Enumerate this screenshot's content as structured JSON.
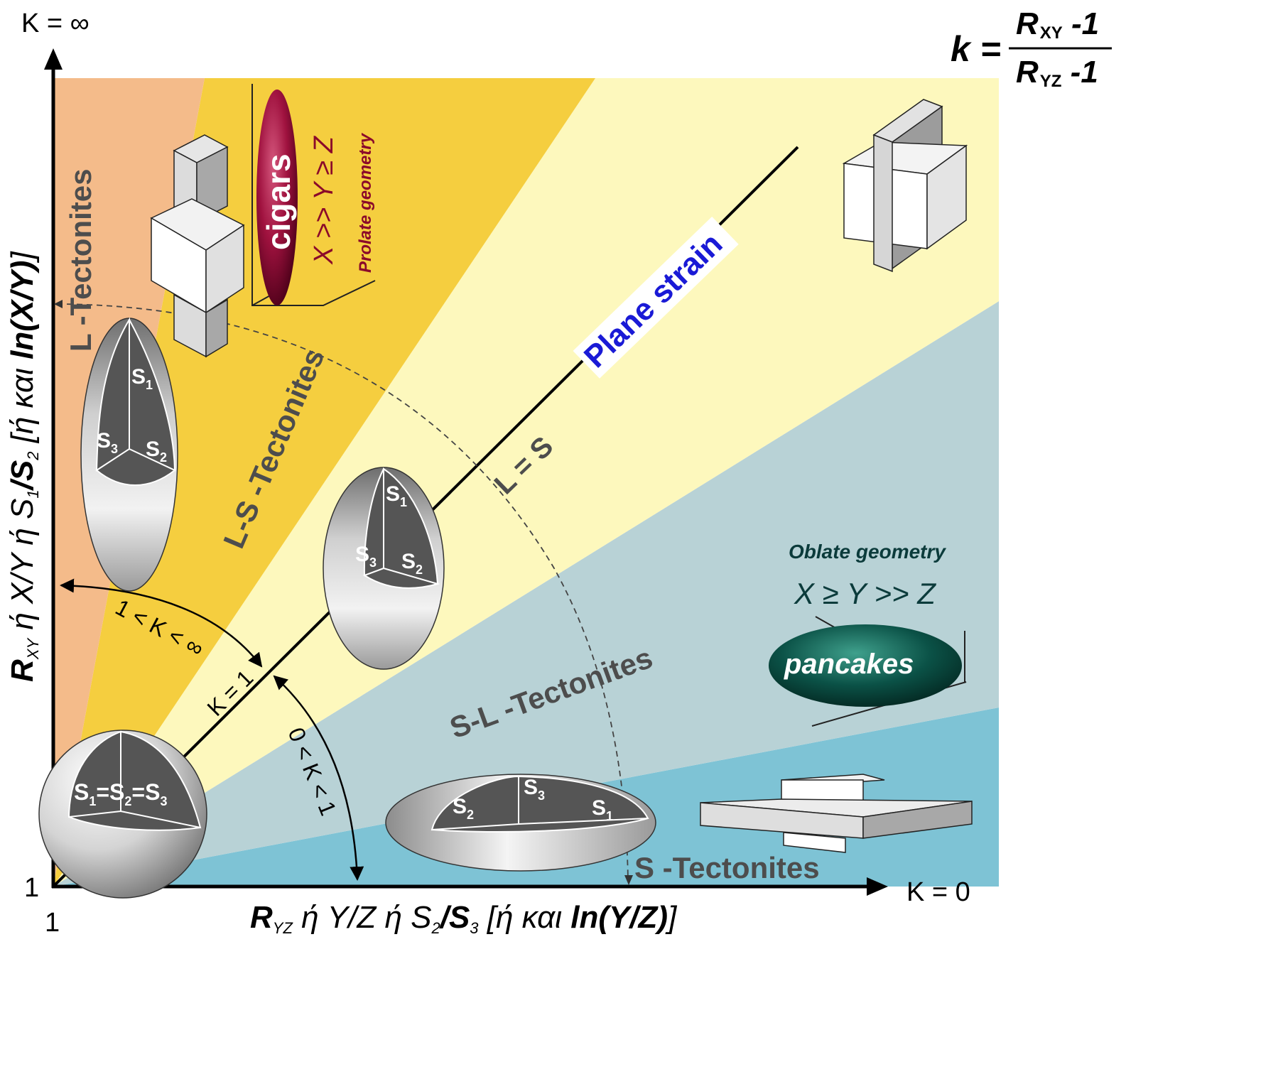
{
  "corner_labels": {
    "k_infinity": "K = ∞",
    "k_zero": "K = 0",
    "origin_y": "1",
    "origin_x": "1"
  },
  "formula": {
    "lhs": "k =",
    "num_main": "R",
    "num_sub": "XY",
    "num_tail": " -1",
    "den_main": "R",
    "den_sub": "YZ",
    "den_tail": " -1"
  },
  "axes": {
    "y_label": {
      "r": "R",
      "r_sub": "XY",
      "p1": " ή X/Y ή S",
      "s1": "1",
      "p2": "/S",
      "s2": "2",
      "p3": " [ή και ",
      "ln": "ln(X/Y)",
      "p4": "]"
    },
    "x_label": {
      "r": "R",
      "r_sub": "YZ",
      "p1": " ή Y/Z ή S",
      "s2": "2",
      "p2": "/S",
      "s3": "3",
      "p3": " [ή και ",
      "ln": "ln(Y/Z)",
      "p4": "]"
    }
  },
  "fields": {
    "l_tectonites": "L -Tectonites",
    "ls_tectonites": "L-S -Tectonites",
    "sl_tectonites": "S-L -Tectonites",
    "s_tectonites": "S -Tectonites",
    "plane_strain": "Plane strain",
    "l_equals_s": "L = S"
  },
  "ranges": {
    "k_gt1": "1 < K < ∞",
    "k_eq1": "K = 1",
    "k_lt1": "0 < K < 1"
  },
  "prolate": {
    "shape": "cigars",
    "relation": "X >> Y ≥ Z",
    "geometry": "Prolate geometry"
  },
  "oblate": {
    "shape": "pancakes",
    "relation": "X ≥ Y >> Z",
    "geometry": "Oblate geometry"
  },
  "ellipsoids": {
    "s": "S",
    "i1": "1",
    "i2": "2",
    "i3": "3",
    "sphere_label": "S₁=S₂=S₃"
  },
  "colors": {
    "l_field": "#f4bb8a",
    "ls_field": "#f5ce3f",
    "plane_field": "#fdf8bd",
    "sl_field": "#b8d2d6",
    "s_field": "#7ec3d5",
    "plane_strain_text": "#1a1ad6",
    "cigar": "#a0123f",
    "pancake": "#0b5247",
    "label_gray": "#4d4d4d"
  }
}
